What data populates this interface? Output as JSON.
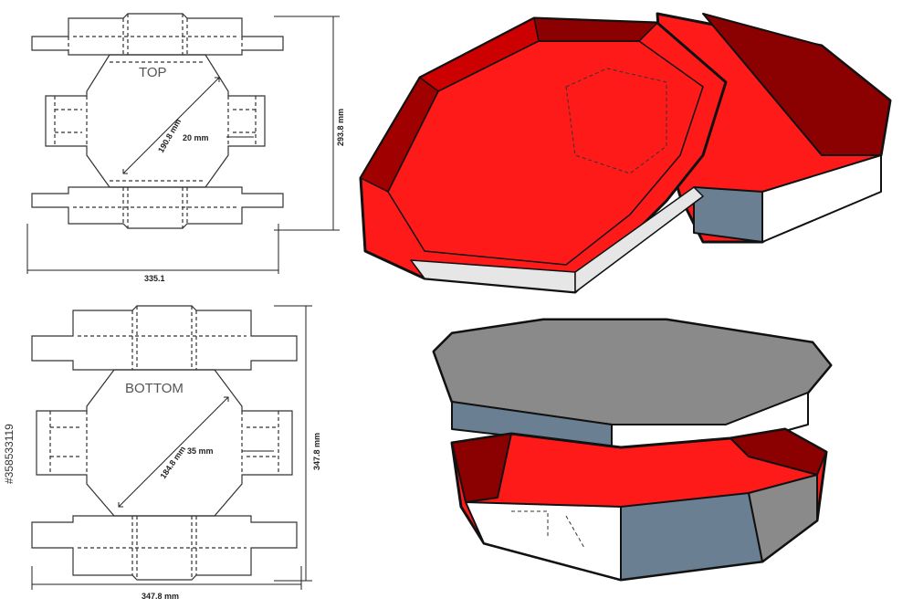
{
  "top_die": {
    "label": "TOP",
    "diagonal": "190.8 mm",
    "flap": "20 mm",
    "height": "293.8 mm",
    "width": "335.1"
  },
  "bottom_die": {
    "label": "BOTTOM",
    "diagonal": "184.8 mm",
    "flap": "35 mm",
    "height": "347.8 mm",
    "width": "347.8 mm"
  },
  "stock_id": "#358533119",
  "colors": {
    "red": "#ff1a1a",
    "dark_red": "#8b0000",
    "steel": "#6b7f92",
    "grey": "#8a8a8a",
    "white": "#ffffff",
    "line": "#111111"
  },
  "icons": [
    "ruler-icon",
    "octagonal-box-3d"
  ]
}
